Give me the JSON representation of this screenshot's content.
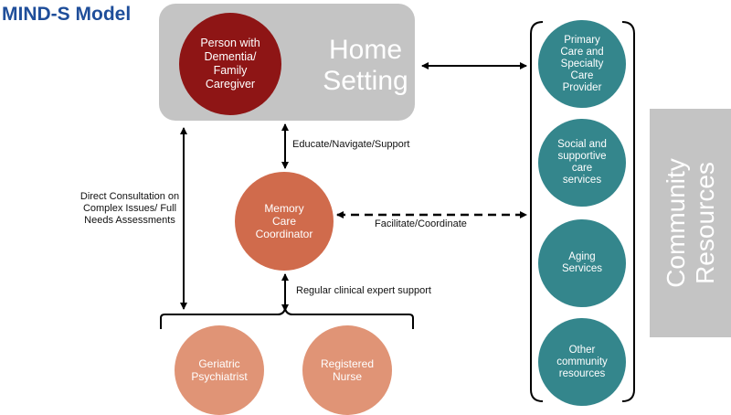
{
  "title": "MIND-S Model",
  "home_setting": {
    "label": "Home\nSetting",
    "color": "#c4c4c4"
  },
  "person": {
    "label": "Person with\nDementia/\nFamily\nCaregiver",
    "color": "#8e1515"
  },
  "coordinator": {
    "label": "Memory\nCare\nCoordinator",
    "color": "#d06b4c"
  },
  "specialists": [
    {
      "label": "Geriatric\nPsychiatrist"
    },
    {
      "label": "Registered\nNurse"
    }
  ],
  "community_services": [
    {
      "label": "Primary\nCare and\nSpecialty\nCare\nProvider"
    },
    {
      "label": "Social and\nsupportive\ncare\nservices"
    },
    {
      "label": "Aging\nServices"
    },
    {
      "label": "Other\ncommunity\nresources"
    }
  ],
  "community_resources": {
    "label": "Community\nResources"
  },
  "connections": {
    "educate": "Educate/Navigate/Support",
    "direct": "Direct Consultation on Complex Issues/ Full Needs Assessments",
    "facilitate": "Facilitate/Coordinate",
    "regular": "Regular clinical expert support"
  },
  "colors": {
    "title": "#1f4e9a",
    "teal": "#34868c",
    "specialist": "#e09476",
    "gray_box": "#c4c4c4"
  }
}
